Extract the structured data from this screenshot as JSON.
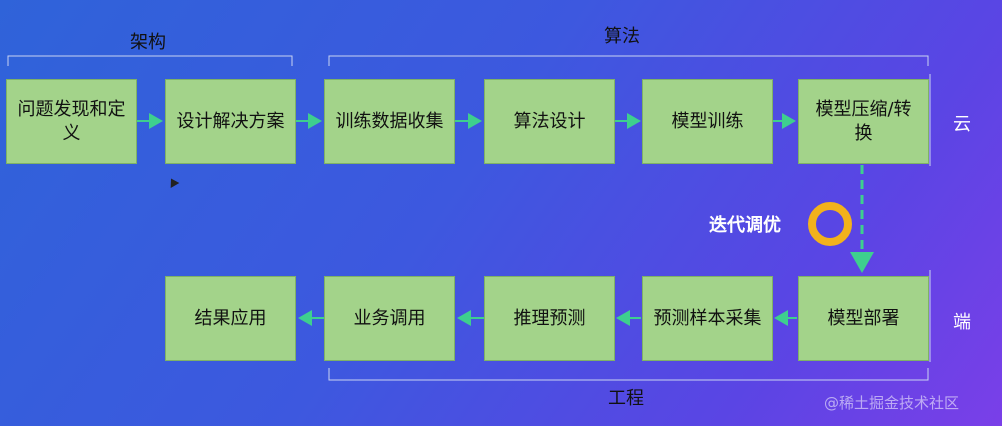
{
  "groups": {
    "architecture": "架构",
    "algorithm": "算法",
    "engineering": "工程"
  },
  "side_labels": {
    "cloud": "云",
    "edge": "端"
  },
  "iteration_label": "迭代调优",
  "top_steps": [
    "问题发现和定义",
    "设计解决方案",
    "训练数据收集",
    "算法设计",
    "模型训练",
    "模型压缩/转换"
  ],
  "bottom_steps": [
    "结果应用",
    "业务调用",
    "推理预测",
    "预测样本采集",
    "模型部署"
  ],
  "watermark": "@稀土掘金技术社区",
  "colors": {
    "box_fill": "#a3d38a",
    "arrow": "#3ecf8e",
    "ring": "#f2b21c"
  }
}
